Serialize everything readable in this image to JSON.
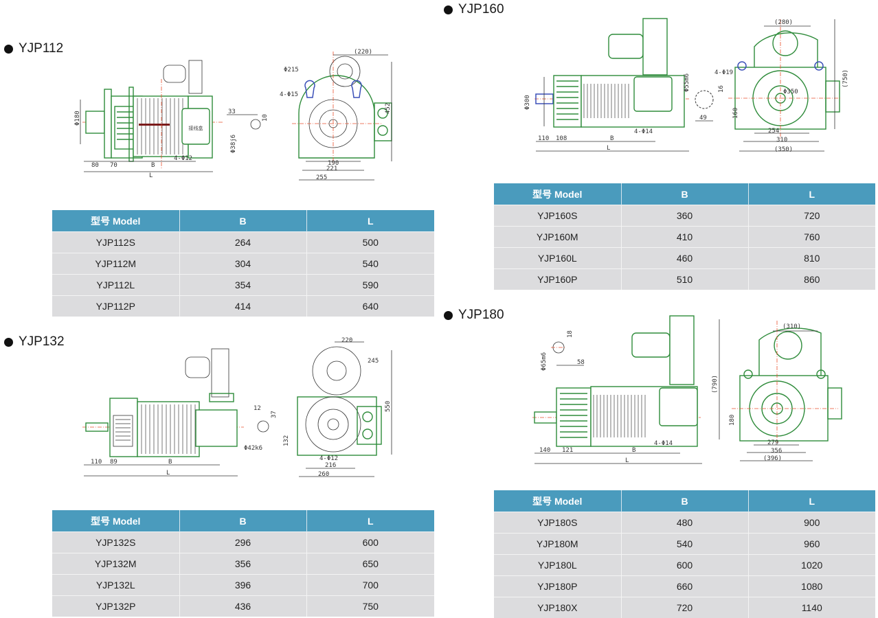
{
  "sections": {
    "yjp112": {
      "title": "YJP112",
      "side_view": {
        "dims": [
          "80",
          "70",
          "B",
          "L",
          "4-Φ12",
          "Φ180"
        ],
        "junction_box_label": "接线盒"
      },
      "shaft_view": {
        "dims": [
          "33",
          "10",
          "Φ38j6"
        ]
      },
      "end_view": {
        "dims": [
          "(220)",
          "Φ215",
          "4-Φ15",
          "452",
          "190",
          "221",
          "255"
        ]
      },
      "table": {
        "headers": [
          "型号 Model",
          "B",
          "L"
        ],
        "rows": [
          [
            "YJP112S",
            "264",
            "500"
          ],
          [
            "YJP112M",
            "304",
            "540"
          ],
          [
            "YJP112L",
            "354",
            "590"
          ],
          [
            "YJP112P",
            "414",
            "640"
          ]
        ]
      }
    },
    "yjp132": {
      "title": "YJP132",
      "side_view": {
        "dims": [
          "110",
          "89",
          "B",
          "L"
        ]
      },
      "shaft_view": {
        "dims": [
          "12",
          "37",
          "Φ42k6"
        ]
      },
      "end_view": {
        "dims": [
          "220",
          "245",
          "550",
          "132",
          "4-Φ12",
          "216",
          "260"
        ]
      },
      "table": {
        "headers": [
          "型号 Model",
          "B",
          "L"
        ],
        "rows": [
          [
            "YJP132S",
            "296",
            "600"
          ],
          [
            "YJP132M",
            "356",
            "650"
          ],
          [
            "YJP132L",
            "396",
            "700"
          ],
          [
            "YJP132P",
            "436",
            "750"
          ]
        ]
      }
    },
    "yjp160": {
      "title": "YJP160",
      "side_view": {
        "dims": [
          "Φ300",
          "110",
          "108",
          "B",
          "L",
          "4-Φ14"
        ]
      },
      "shaft_view": {
        "dims": [
          "Φ55m6",
          "16",
          "49"
        ]
      },
      "end_view": {
        "dims": [
          "(280)",
          "4-Φ19",
          "Φ350",
          "(750)",
          "160",
          "254",
          "310",
          "(350)"
        ]
      },
      "table": {
        "headers": [
          "型号 Model",
          "B",
          "L"
        ],
        "rows": [
          [
            "YJP160S",
            "360",
            "720"
          ],
          [
            "YJP160M",
            "410",
            "760"
          ],
          [
            "YJP160L",
            "460",
            "810"
          ],
          [
            "YJP160P",
            "510",
            "860"
          ]
        ]
      }
    },
    "yjp180": {
      "title": "YJP180",
      "side_view": {
        "dims": [
          "140",
          "121",
          "B",
          "L",
          "4-Φ14"
        ]
      },
      "shaft_view": {
        "dims": [
          "18",
          "Φ65m6",
          "58"
        ]
      },
      "end_view": {
        "dims": [
          "(310)",
          "(790)",
          "180",
          "279",
          "356",
          "(396)"
        ]
      },
      "table": {
        "headers": [
          "型号 Model",
          "B",
          "L"
        ],
        "rows": [
          [
            "YJP180S",
            "480",
            "900"
          ],
          [
            "YJP180M",
            "540",
            "960"
          ],
          [
            "YJP180L",
            "600",
            "1020"
          ],
          [
            "YJP180P",
            "660",
            "1080"
          ],
          [
            "YJP180X",
            "720",
            "1140"
          ]
        ]
      }
    }
  },
  "colors": {
    "table_header": "#4a9bbd",
    "table_row": "#dcdcde",
    "drawing_green": "#2e8b3a",
    "centerline_red": "#e8502d",
    "lifting_eye_blue": "#3a4fb8"
  }
}
